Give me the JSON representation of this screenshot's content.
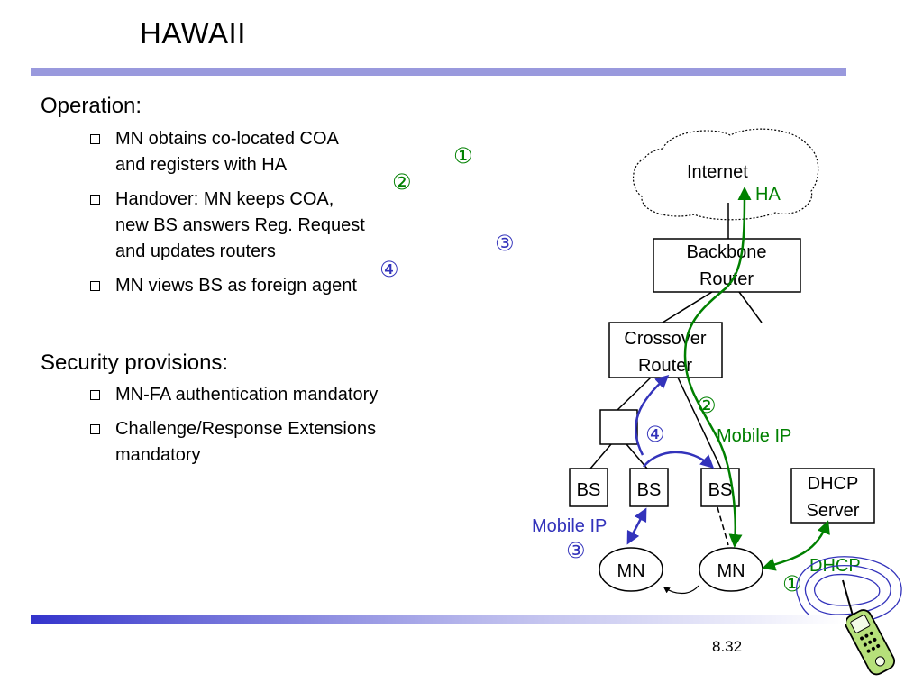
{
  "slide": {
    "title": "HAWAII",
    "page_number": "8.32"
  },
  "sections": {
    "operation": {
      "heading": "Operation:",
      "bullets": [
        "MN obtains co-located COA\nand registers with HA",
        "Handover: MN keeps COA,\nnew BS answers Reg. Request\nand updates routers",
        "MN views BS as foreign agent"
      ]
    },
    "security": {
      "heading": "Security provisions:",
      "bullets": [
        "MN-FA authentication mandatory",
        "Challenge/Response Extensions\nmandatory"
      ]
    }
  },
  "diagram": {
    "nodes": {
      "internet": "Internet",
      "ha": "HA",
      "backbone_router": [
        "Backbone",
        "Router"
      ],
      "crossover_router": [
        "Crossover",
        "Router"
      ],
      "bs_1": "BS",
      "bs_2": "BS",
      "bs_3": "BS",
      "dhcp_server": [
        "DHCP",
        "Server"
      ],
      "mn_left": "MN",
      "mn_right": "MN"
    },
    "labels": {
      "mobile_ip_green": "Mobile IP",
      "mobile_ip_blue": "Mobile IP",
      "dhcp": "DHCP"
    },
    "step_markers": {
      "one": "①",
      "two": "②",
      "three": "③",
      "four": "④"
    },
    "colors": {
      "green": "#008000",
      "blue": "#3333bb",
      "black": "#000000"
    }
  },
  "decor": {
    "rule_color": "#9999dd",
    "bottom_rule_gradient": [
      "#3333cc",
      "#ffffff"
    ]
  }
}
